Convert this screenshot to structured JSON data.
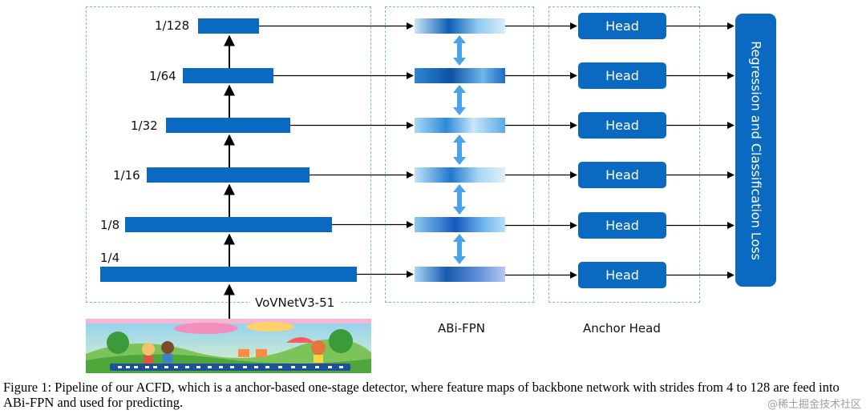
{
  "backbone": {
    "name": "VoVNetV3-51",
    "levels": [
      "1/128",
      "1/64",
      "1/32",
      "1/16",
      "1/8",
      "1/4"
    ]
  },
  "fpn": {
    "name": "ABi-FPN"
  },
  "heads": {
    "name": "Anchor Head",
    "labels": [
      "Head",
      "Head",
      "Head",
      "Head",
      "Head",
      "Head"
    ]
  },
  "loss": {
    "label": "Regression and Classification Loss"
  },
  "caption": "Figure 1: Pipeline of our ACFD, which is a anchor-based one-stage detector, where feature maps of backbone network with strides from 4 to 128 are feed into ABi-FPN and used for predicting.",
  "watermark": "@稀土掘金技术社区",
  "colors": {
    "block": "#0a69c1",
    "panel_border": "#7ab8dc",
    "arrow_bidir": "#4aa3e8"
  }
}
